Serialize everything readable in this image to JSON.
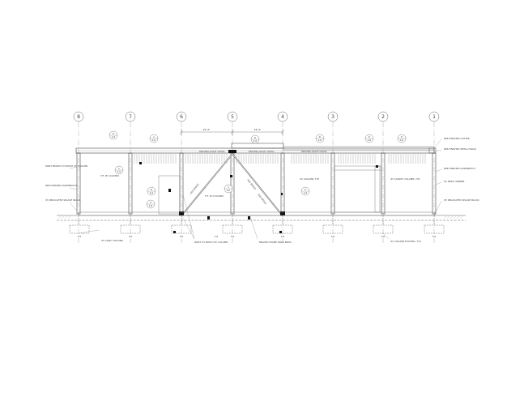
{
  "drawing": {
    "grid_lines": [
      "8",
      "7",
      "6",
      "5",
      "4",
      "3",
      "2",
      "1"
    ],
    "dimensions": [
      "##'-#\"",
      "##'-#\""
    ],
    "callouts": [
      {
        "top": "B",
        "bottom": "S-#"
      },
      {
        "top": "A",
        "bottom": "S-#"
      },
      {
        "top": "B",
        "bottom": "S-#"
      },
      {
        "top": "B",
        "bottom": "S-#"
      },
      {
        "top": "B",
        "bottom": "S-#"
      },
      {
        "top": "B",
        "bottom": "S-#"
      },
      {
        "top": "A",
        "bottom": "S-#"
      },
      {
        "top": "B",
        "bottom": "S-#"
      },
      {
        "top": "D",
        "bottom": "S-#"
      },
      {
        "top": "C",
        "bottom": "S-#"
      },
      {
        "top": "D",
        "bottom": "S-#"
      }
    ],
    "roof_labels": [
      "PRE-ENG ROOF TRUSS",
      "PRE-ENG ROOF TRUSS",
      "PRE-ENG ROOF TRUSS"
    ],
    "notes_left": [
      "PAINT BEAMS TO MATCH (E) COLUMN",
      "PRE-FINISHED DOWNSPOUT",
      "(E) RELOCATED SPLASH BLOCK"
    ],
    "notes_right": [
      "PRE-FINISHED GUTTER",
      "PRE-FINISHED METAL FASCIA",
      "PRE-FINISHED DOWNSPOUT",
      "(E) BRICK VENEER",
      "(E) RELOCATED SPLASH BLOCK"
    ],
    "notes_mid": [
      "T/F. (E) COLUMN",
      "(E) COLUMN, TYP.",
      "(E) CANOPY COLUMN, TYP.",
      "T/F. (E) COLUMN"
    ],
    "brace_labels": [
      "HSS BRACE",
      "HSS BRACE",
      "HSS BRACE"
    ],
    "bottom_notes": [
      "(E) CONT. FOOTING",
      "PAINT TO MATCH (E) COLUMN",
      "BRACED FRAME DRAG BEAM",
      "(E) COLUMN FOOTING, TYP."
    ],
    "footing_tags": [
      "F-#",
      "F-#",
      "F-#",
      "F-#",
      "F-#",
      "F-#",
      "F-#",
      "F-#",
      "F-#"
    ],
    "colors": {
      "line": "#555555",
      "light": "#9a9a9a",
      "fill": "#111111"
    }
  }
}
